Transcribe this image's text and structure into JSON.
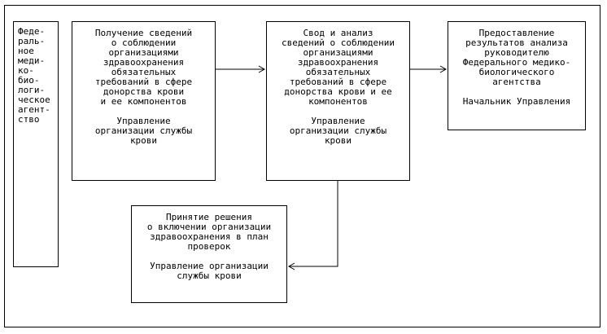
{
  "agency_label": [
    "Феде-",
    "раль-",
    "ное",
    "меди-",
    "ко-",
    "био-",
    "логи-",
    "ческое",
    "агент-",
    "ство"
  ],
  "box_receive": {
    "text": [
      "Получение сведений",
      "о соблюдении",
      "организациями",
      "здравоохранения",
      "обязательных",
      "требований в сфере",
      "донорства крови",
      "и ее компонентов"
    ],
    "owner": [
      "Управление",
      "организации службы",
      "крови"
    ]
  },
  "box_analyze": {
    "text": [
      "Свод и анализ",
      "сведений о соблюдении",
      "организациями",
      "здравоохранения",
      "обязательных",
      "требований в сфере",
      "донорства крови и ее",
      "компонентов"
    ],
    "owner": [
      "Управление",
      "организации службы",
      "крови"
    ]
  },
  "box_report": {
    "text": [
      "Предоставление",
      "результатов анализа",
      "руководителю",
      "Федерального медико-",
      "биологического",
      "агентства"
    ],
    "owner": [
      "Начальник Управления"
    ]
  },
  "box_decision": {
    "text": [
      "Принятие решения",
      "о включении организации",
      "здравоохранения в план",
      "проверок"
    ],
    "owner": [
      "Управление организации",
      "службы крови"
    ]
  },
  "arrows": [
    {
      "from": "box_receive",
      "to": "box_analyze"
    },
    {
      "from": "box_analyze",
      "to": "box_report"
    },
    {
      "from": "box_analyze",
      "to": "box_decision"
    }
  ]
}
